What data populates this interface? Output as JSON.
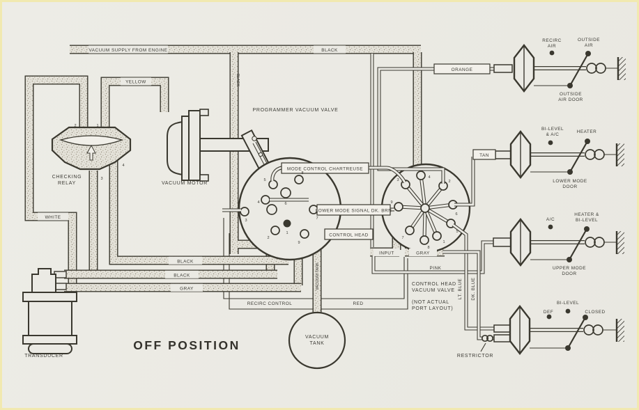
{
  "title": "OFF POSITION",
  "colors": {
    "paper": "#ebeae4",
    "ink": "#3a382f",
    "stipple": "#a59d8e",
    "border": "#f1e9b0"
  },
  "pipes": {
    "supply": "VACUUM SUPPLY FROM ENGINE",
    "black_top": "BLACK",
    "black_vertical": "BLACK",
    "yellow": "YELLOW",
    "white": "WHITE",
    "black_row1": "BLACK",
    "black_row2": "BLACK",
    "gray_row": "GRAY",
    "tank_riser": "VACUUM TANK"
  },
  "tubes": {
    "orange": "ORANGE",
    "tan": "TAN",
    "pink": "PINK",
    "red": "RED",
    "lt_blue": "LT. BLUE",
    "dk_blue": "DK. BLUE",
    "mode_control": "MODE CONTROL CHARTREUSE",
    "lower_mode_signal": "LOWER MODE SIGNAL DK. BRN",
    "control_head": "CONTROL HEAD",
    "input": "INPUT",
    "gray": "GRAY",
    "recirc_control": "RECIRC CONTROL"
  },
  "components": {
    "checking_relay": {
      "line1": "CHECKING",
      "line2": "RELAY",
      "ports": [
        "2",
        "1",
        "3",
        "4"
      ]
    },
    "vacuum_motor": "VACUUM MOTOR",
    "programmer_valve": {
      "label": "PROGRAMMER VACUUM VALVE",
      "ports": [
        "1",
        "2",
        "3",
        "4",
        "5",
        "6",
        "7",
        "8",
        "9"
      ]
    },
    "control_head_valve": {
      "line1": "CONTROL HEAD",
      "line2": "VACUUM VALVE",
      "note1": "(NOT ACTUAL",
      "note2": "PORT LAYOUT)",
      "ports": [
        "1",
        "2",
        "3",
        "4",
        "5",
        "6",
        "7",
        "8",
        "9"
      ]
    },
    "transducer": "TRANSDUCER",
    "vacuum_tank": {
      "line1": "VACUUM",
      "line2": "TANK"
    },
    "restrictor": "RESTRICTOR"
  },
  "doors": [
    {
      "pos1a": "RECIRC",
      "pos1b": "AIR",
      "pos2a": "OUTSIDE",
      "pos2b": "AIR",
      "name_a": "OUTSIDE",
      "name_b": "AIR DOOR"
    },
    {
      "pos1a": "BI-LEVEL",
      "pos1b": "& A/C",
      "pos2a": "HEATER",
      "name_a": "LOWER MODE",
      "name_b": "DOOR"
    },
    {
      "pos1a": "A/C",
      "pos2a": "HEATER &",
      "pos2b": "BI-LEVEL",
      "name_a": "UPPER MODE",
      "name_b": "DOOR"
    },
    {
      "pos1a": "DEF",
      "pos2a": "BI-LEVEL",
      "pos3a": "CLOSED"
    }
  ]
}
